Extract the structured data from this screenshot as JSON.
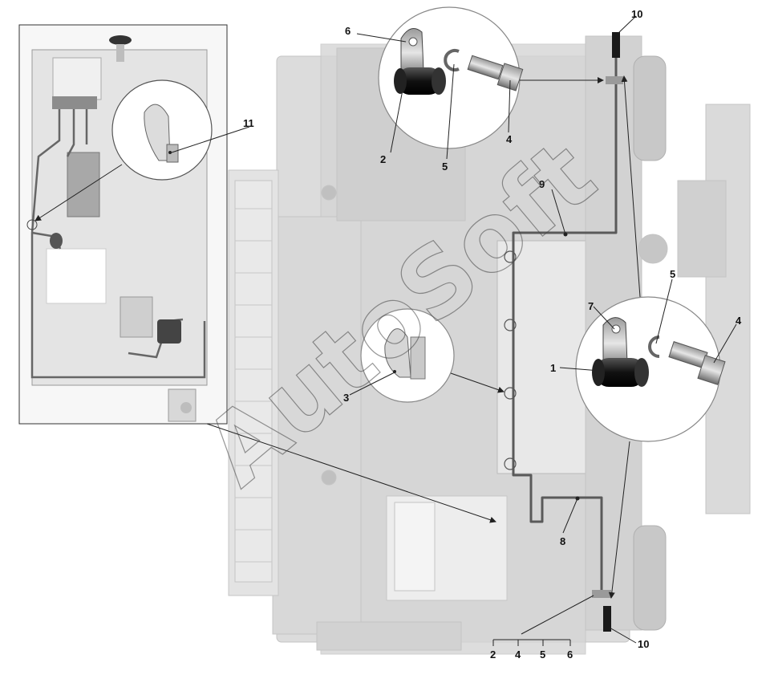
{
  "watermark": "AutoSoft",
  "callouts": {
    "c1": "1",
    "c2": "2",
    "c3": "3",
    "c4a": "4",
    "c4b": "4",
    "c5a": "5",
    "c5b": "5",
    "c6": "6",
    "c7": "7",
    "c8": "8",
    "c9": "9",
    "c10a": "10",
    "c10b": "10",
    "c11": "11"
  },
  "scale_labels": [
    "2",
    "4",
    "5",
    "6"
  ],
  "colors": {
    "background": "#ffffff",
    "chassis_gray": "#d4d4d4",
    "dark_part": "#1a1a1a",
    "wire": "#555555",
    "inset_border": "#333333"
  }
}
